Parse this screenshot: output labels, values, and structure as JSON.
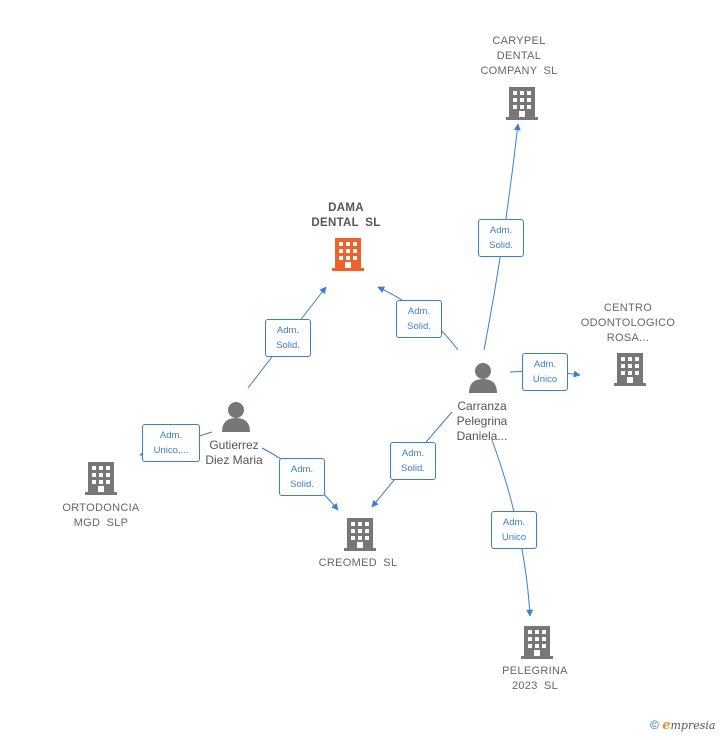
{
  "companies": {
    "dama": {
      "label": "DAMA DENTAL SL",
      "lines": [
        "DAMA",
        "DENTAL  SL"
      ],
      "icon": "building-icon",
      "color": "#f0602a"
    },
    "carypel": {
      "label": "CARYPEL DENTAL COMPANY SL",
      "lines": [
        "CARYPEL",
        "DENTAL",
        "COMPANY  SL"
      ],
      "icon": "building-icon",
      "color": "#777777"
    },
    "centro": {
      "label": "CENTRO ODONTOLOGICO ROSA...",
      "lines": [
        "CENTRO",
        "ODONTOLOGICO",
        "ROSA..."
      ],
      "icon": "building-icon",
      "color": "#777777"
    },
    "ortodoncia": {
      "label": "ORTODONCIA MGD SLP",
      "lines": [
        "ORTODONCIA",
        "MGD  SLP"
      ],
      "icon": "building-icon",
      "color": "#777777"
    },
    "creomed": {
      "label": "CREOMED SL",
      "lines": [
        "CREOMED  SL"
      ],
      "icon": "building-icon",
      "color": "#777777"
    },
    "pelegrina": {
      "label": "PELEGRINA 2023 SL",
      "lines": [
        "PELEGRINA",
        "2023  SL"
      ],
      "icon": "building-icon",
      "color": "#777777"
    }
  },
  "people": {
    "gutierrez": {
      "lines": [
        "Gutierrez",
        "Diez Maria"
      ],
      "icon": "person-icon",
      "color": "#777777"
    },
    "carranza": {
      "lines": [
        "Carranza",
        "Pelegrina",
        "Daniela..."
      ],
      "icon": "person-icon",
      "color": "#777777"
    }
  },
  "edges": [
    {
      "id": "e1",
      "lines": [
        "Adm.",
        "Solid."
      ]
    },
    {
      "id": "e2",
      "lines": [
        "Adm.",
        "Unico,..."
      ]
    },
    {
      "id": "e3",
      "lines": [
        "Adm.",
        "Solid."
      ]
    },
    {
      "id": "e4",
      "lines": [
        "Adm.",
        "Solid."
      ]
    },
    {
      "id": "e5",
      "lines": [
        "Adm.",
        "Solid."
      ]
    },
    {
      "id": "e6",
      "lines": [
        "Adm.",
        "Unico"
      ]
    },
    {
      "id": "e7",
      "lines": [
        "Adm.",
        "Solid."
      ]
    },
    {
      "id": "e8",
      "lines": [
        "Adm.",
        "Unico"
      ]
    }
  ],
  "colors": {
    "edge": "#3b7fd0"
  },
  "footer": {
    "copyright": "©",
    "brand_e": "e",
    "brand_rest": "mpresia"
  }
}
